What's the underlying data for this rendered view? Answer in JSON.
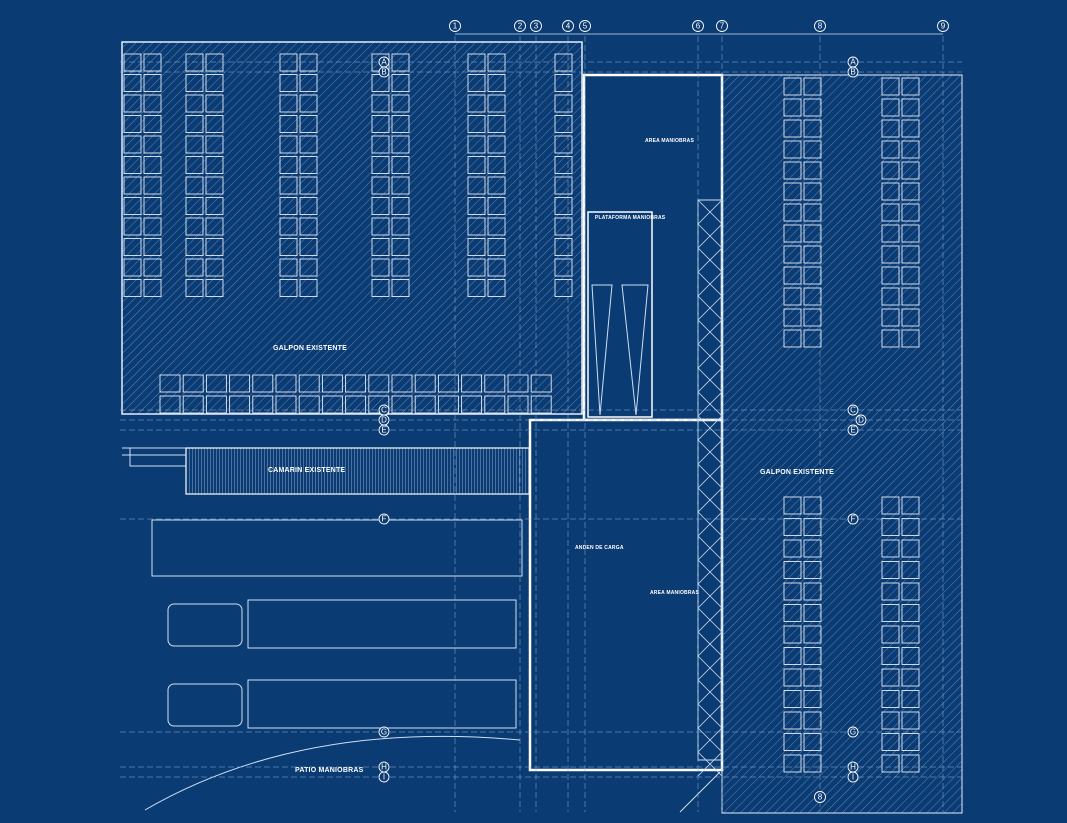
{
  "drawing": {
    "background": "#0a3b73",
    "line_color": "#cfe0f5",
    "labels": {
      "galpon_left": "GALPON EXISTENTE",
      "galpon_right": "GALPON EXISTENTE",
      "camarin": "CAMARIN EXISTENTE",
      "patio": "PATIO MANIOBRAS",
      "area_maniobras_top": "AREA MANIOBRAS",
      "area_maniobras_mid": "AREA MANIOBRAS",
      "plataforma": "PLATAFORMA MANIOBRAS",
      "anden": "ANDEN DE CARGA"
    },
    "grid_cols": [
      "1",
      "2",
      "3",
      "4",
      "5",
      "6",
      "7",
      "8",
      "9"
    ],
    "grid_rows": [
      "A",
      "B",
      "C",
      "D",
      "E",
      "F",
      "G",
      "H",
      "I"
    ]
  }
}
